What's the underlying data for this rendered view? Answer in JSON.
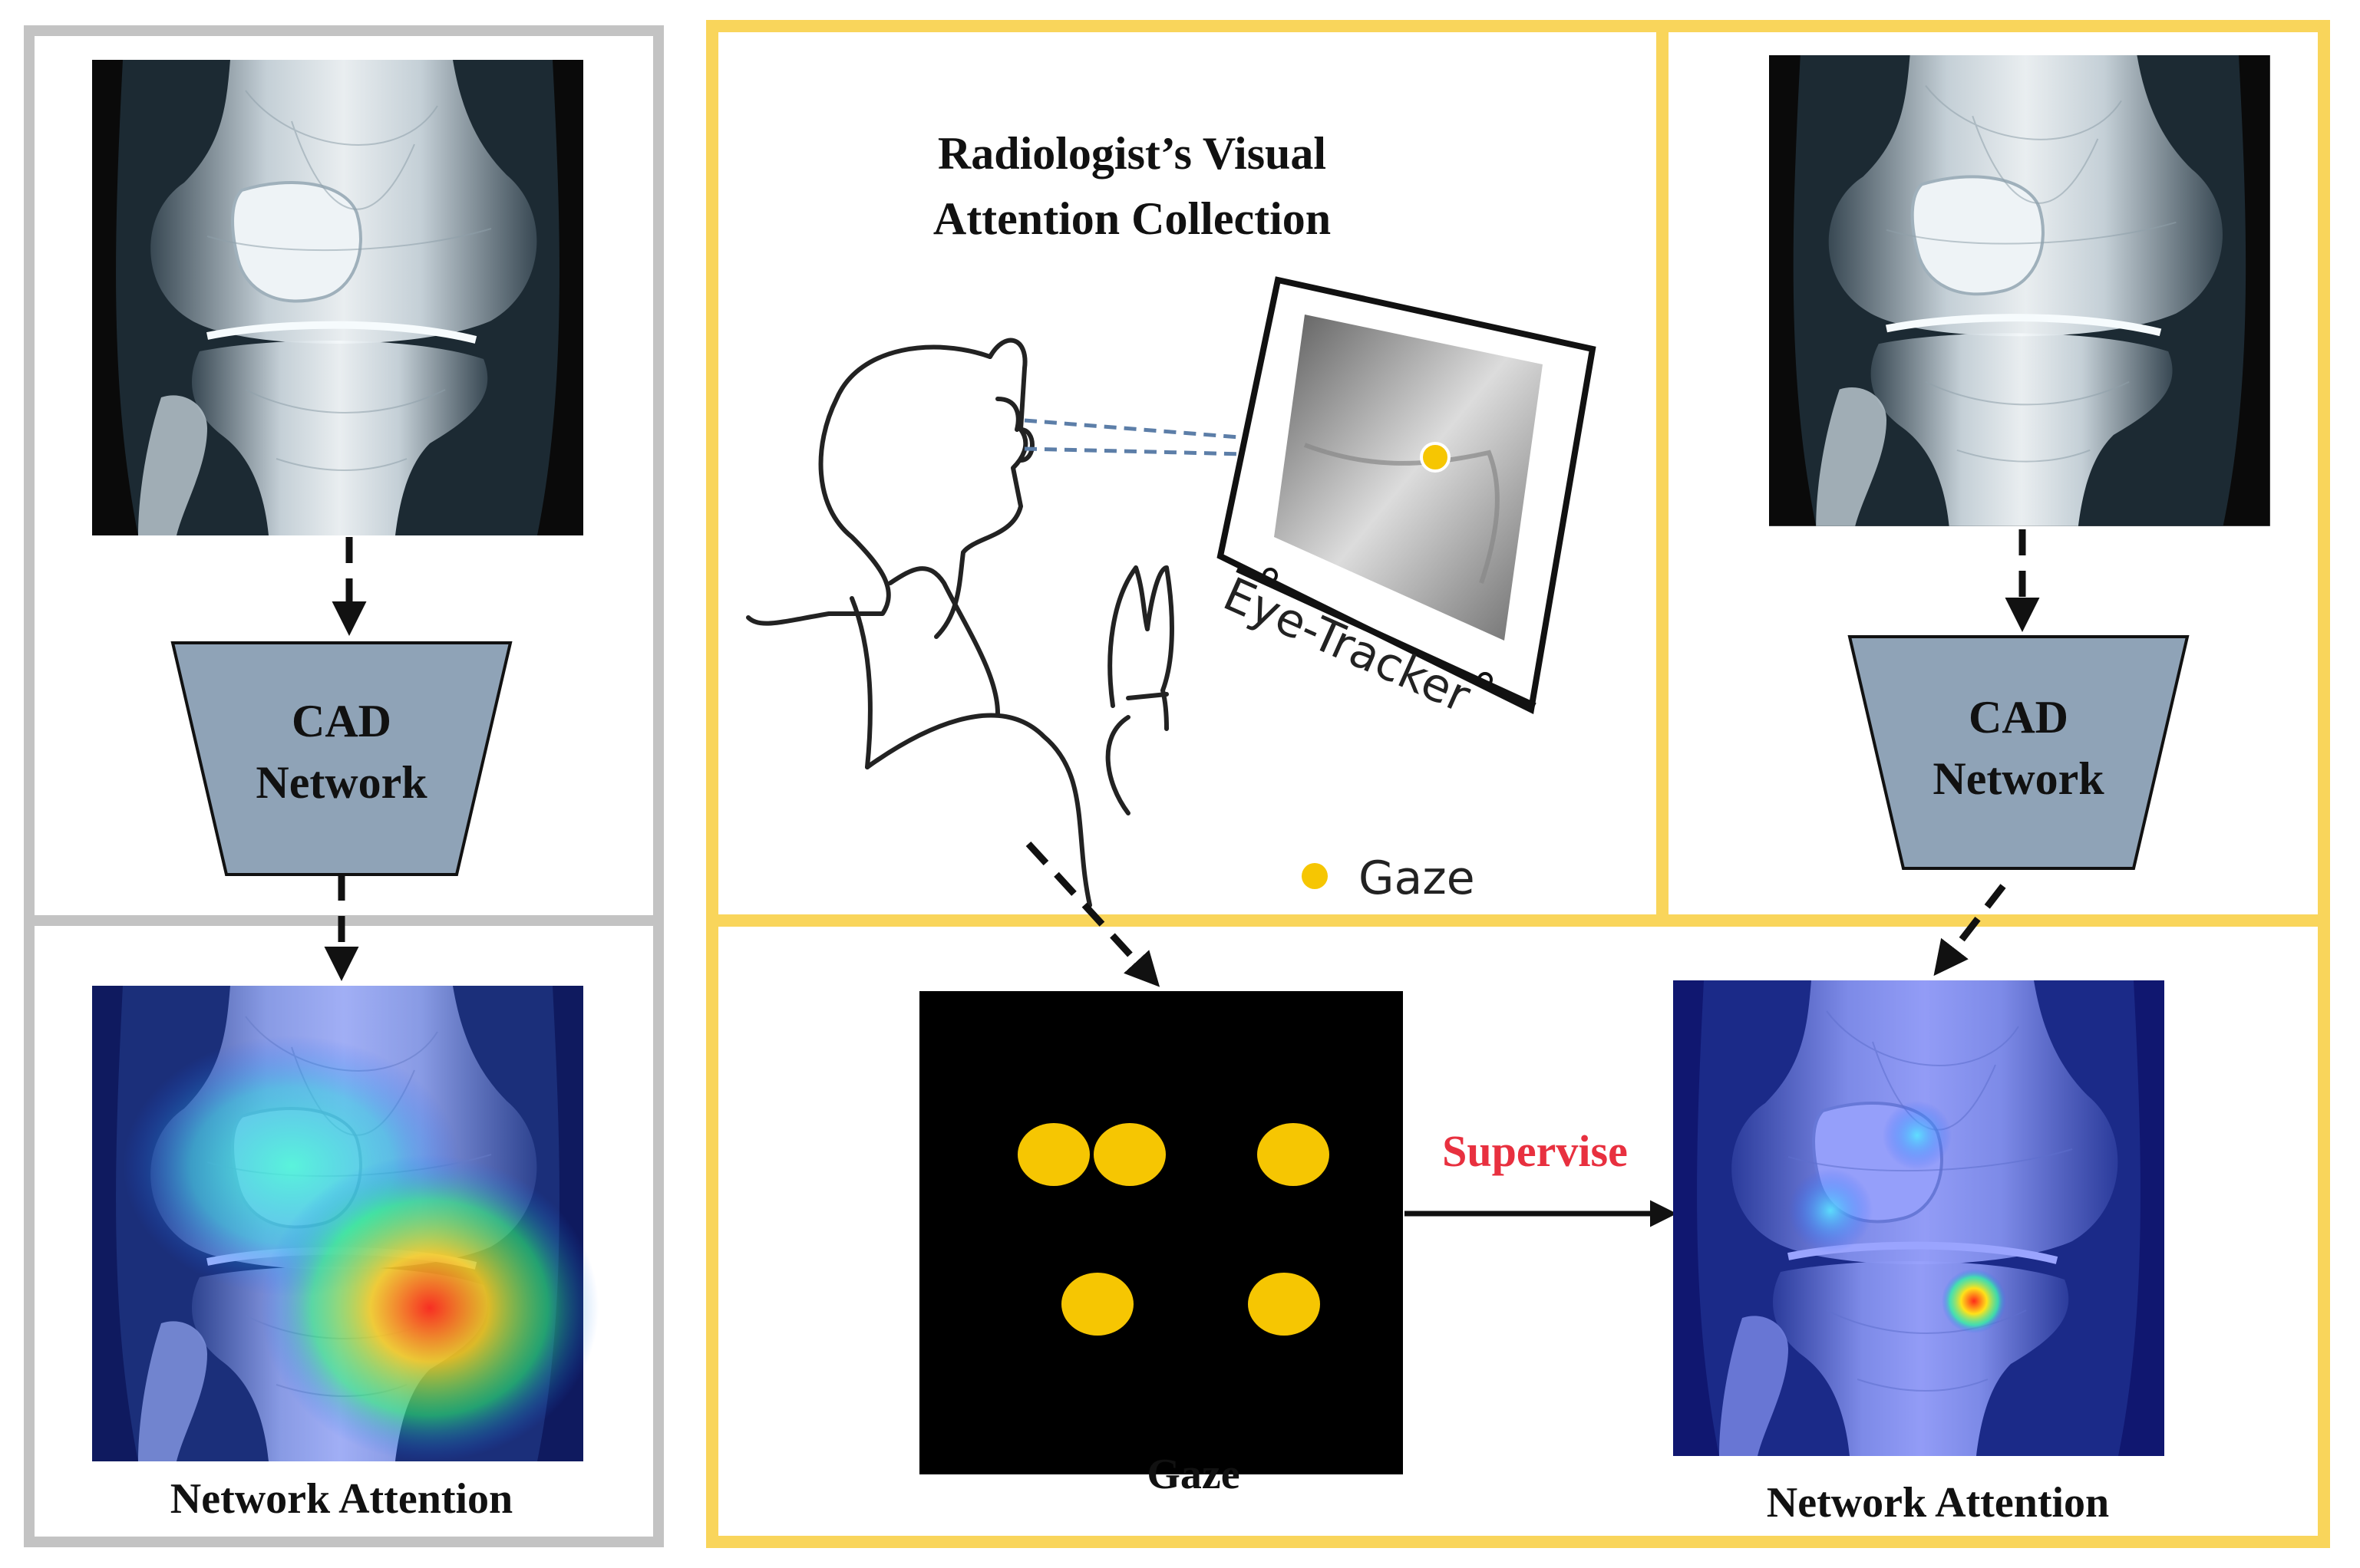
{
  "labels": {
    "collection_title_line1": "Radiologist’s Visual",
    "collection_title_line2": "Attention Collection",
    "eye_tracker": "Eye-Tracker",
    "gaze_legend": "Gaze",
    "cad_left_line1": "CAD",
    "cad_left_line2": "Network",
    "cad_right_line1": "CAD",
    "cad_right_line2": "Network",
    "network_attention_left": "Network Attention",
    "network_attention_right": "Network Attention",
    "gaze_caption": "Gaze",
    "supervise": "Supervise"
  },
  "colors": {
    "gray_frame": "#c3c3c3",
    "yellow_frame": "#f9d55b",
    "funnel_fill": "#8fa3b7",
    "gaze_dot": "#f6c602",
    "supervise_text": "#e8303f",
    "xray_background": "#0a0a0a"
  },
  "icons": {
    "radiologist": "person-silhouette-icon",
    "monitor": "eye-tracker-monitor-icon"
  }
}
